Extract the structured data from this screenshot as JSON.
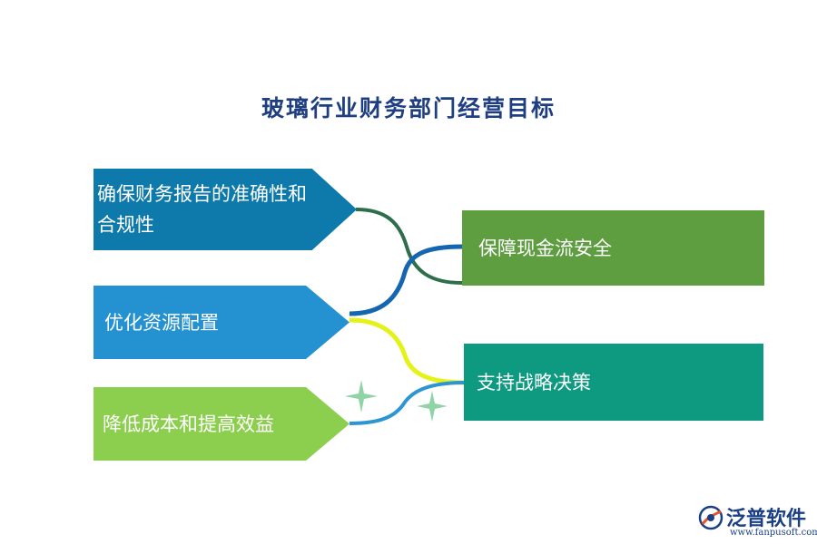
{
  "title": "玻璃行业财务部门经营目标",
  "left_items": [
    {
      "line1": "确保财务报告的准确性和",
      "line2": "合规性"
    },
    {
      "label": "优化资源配置"
    },
    {
      "label": "降低成本和提高效益"
    }
  ],
  "right_items": [
    {
      "label": "保障现金流安全"
    },
    {
      "label": "支持战略决策"
    }
  ],
  "colors": {
    "title": "#1f3f82",
    "box_dark_blue": "#0e7aab",
    "box_blue": "#2491d0",
    "box_light_green": "#8ccf4f",
    "box_green": "#5e9e41",
    "box_teal": "#0d9a80",
    "connector_dark_green": "#2e6e4a",
    "connector_blue": "#1466b0",
    "connector_yellow": "#e4f21a",
    "connector_light_blue": "#2d96d2",
    "sparkle": "#8fd3a6"
  },
  "logo": {
    "name": "泛普软件",
    "url": "www.fanpusoft.com"
  }
}
